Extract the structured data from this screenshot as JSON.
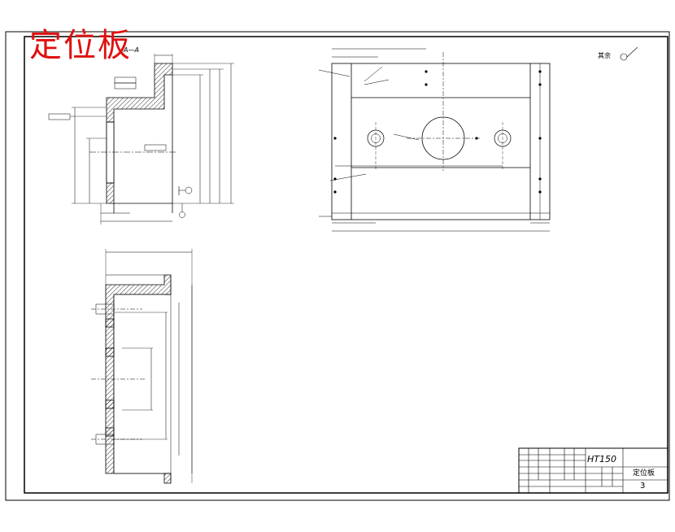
{
  "drawing": {
    "title": "定位板",
    "section_label": "A—A",
    "roughness_label": "其余",
    "material": "HT150",
    "part_name": "定位板",
    "sheet_number": "3",
    "title_color": "#e01010"
  }
}
